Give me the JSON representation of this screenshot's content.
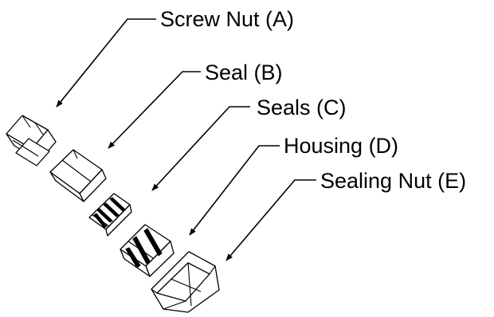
{
  "callouts": [
    {
      "id": "a",
      "label": "Screw Nut (A)"
    },
    {
      "id": "b",
      "label": "Seal (B)"
    },
    {
      "id": "c",
      "label": "Seals (C)"
    },
    {
      "id": "d",
      "label": "Housing (D)"
    },
    {
      "id": "e",
      "label": "Sealing Nut (E)"
    }
  ],
  "colors": {
    "line": "#000000",
    "background": "#ffffff",
    "part_fill": "#ffffff"
  }
}
